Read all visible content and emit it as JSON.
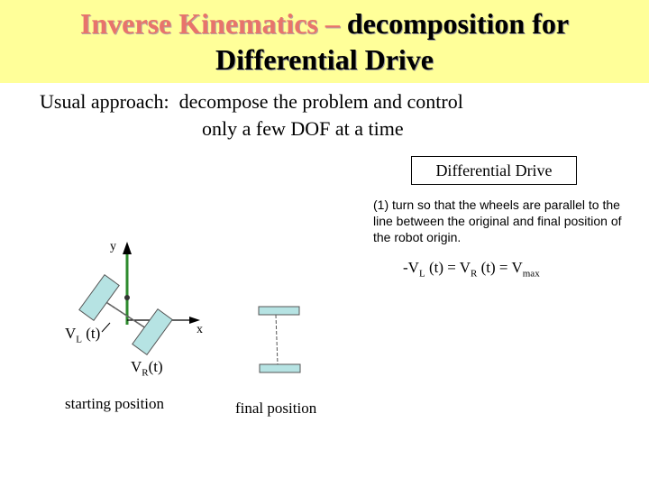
{
  "title": {
    "highlight": "Inverse Kinematics – ",
    "rest_line1": "decomposition for",
    "line2": "Differential Drive"
  },
  "approach": {
    "label": "Usual approach:",
    "text_line1": "decompose the problem and control",
    "text_line2": "only a few DOF at a time"
  },
  "box_label": "Differential Drive",
  "step1": "(1) turn so that the wheels are parallel to the line between the original and final position of the robot origin.",
  "equation": {
    "prefix": "-V",
    "sub1": "L",
    "mid1": " (t) = V",
    "sub2": "R",
    "mid2": " (t) = V",
    "sub3": "max"
  },
  "axes": {
    "y": "y",
    "x": "x"
  },
  "wheel_labels": {
    "vl_main": "V",
    "vl_sub": "L",
    "vl_tail": " (t)",
    "vr_main": "V",
    "vr_sub": "R",
    "vr_tail": "(t)"
  },
  "captions": {
    "start": "starting position",
    "final": "final position"
  },
  "colors": {
    "title_band": "#ffff99",
    "title_highlight": "#e8746b",
    "axis_green": "#2e8b2e",
    "wheel_fill": "#b6e3e3"
  }
}
